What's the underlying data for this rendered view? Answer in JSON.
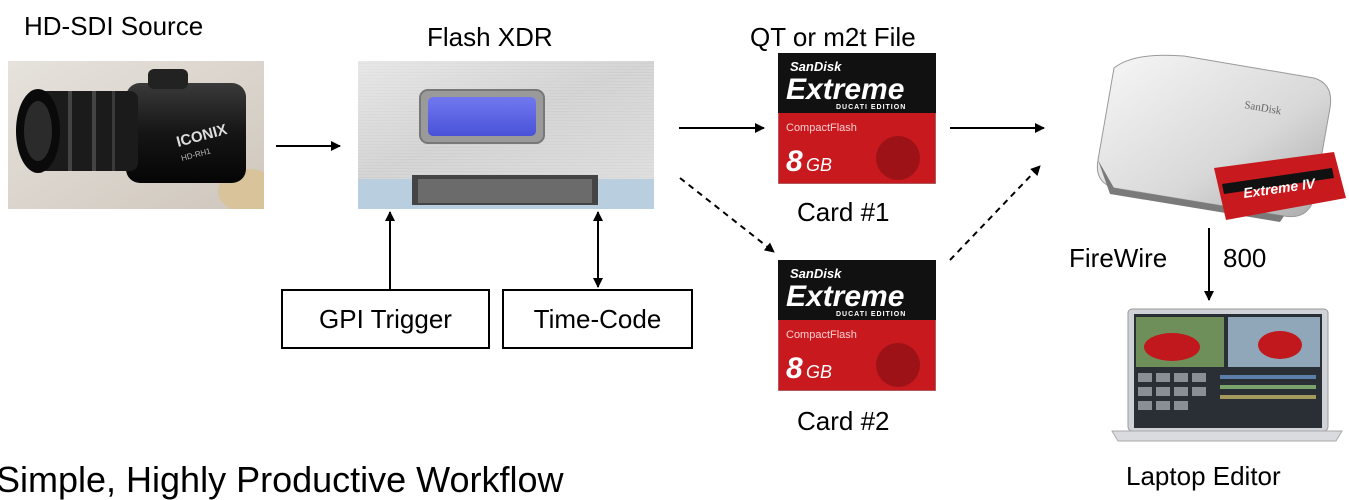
{
  "labels": {
    "source": "HD-SDI Source",
    "recorder": "Flash XDR",
    "file": "QT or m2t File",
    "card1": "Card #1",
    "card2": "Card #2",
    "firewire": "FireWire",
    "speed": "800",
    "laptop": "Laptop Editor"
  },
  "boxes": {
    "gpi": "GPI Trigger",
    "timecode": "Time-Code"
  },
  "camera": {
    "brand": "ICONIX",
    "model": "HD-RH1"
  },
  "card": {
    "brand": "SanDisk",
    "product": "Extreme",
    "edition": "DUCATI EDITION",
    "type": "CompactFlash",
    "capacity": "8",
    "unit": "GB"
  },
  "reader": {
    "brand": "SanDisk",
    "card_label": "Extreme IV"
  },
  "title": "Simple, Highly Productive Workflow",
  "colors": {
    "card_red": "#c8191e",
    "card_black": "#111111",
    "lcd_blue": "#5a63e8"
  }
}
